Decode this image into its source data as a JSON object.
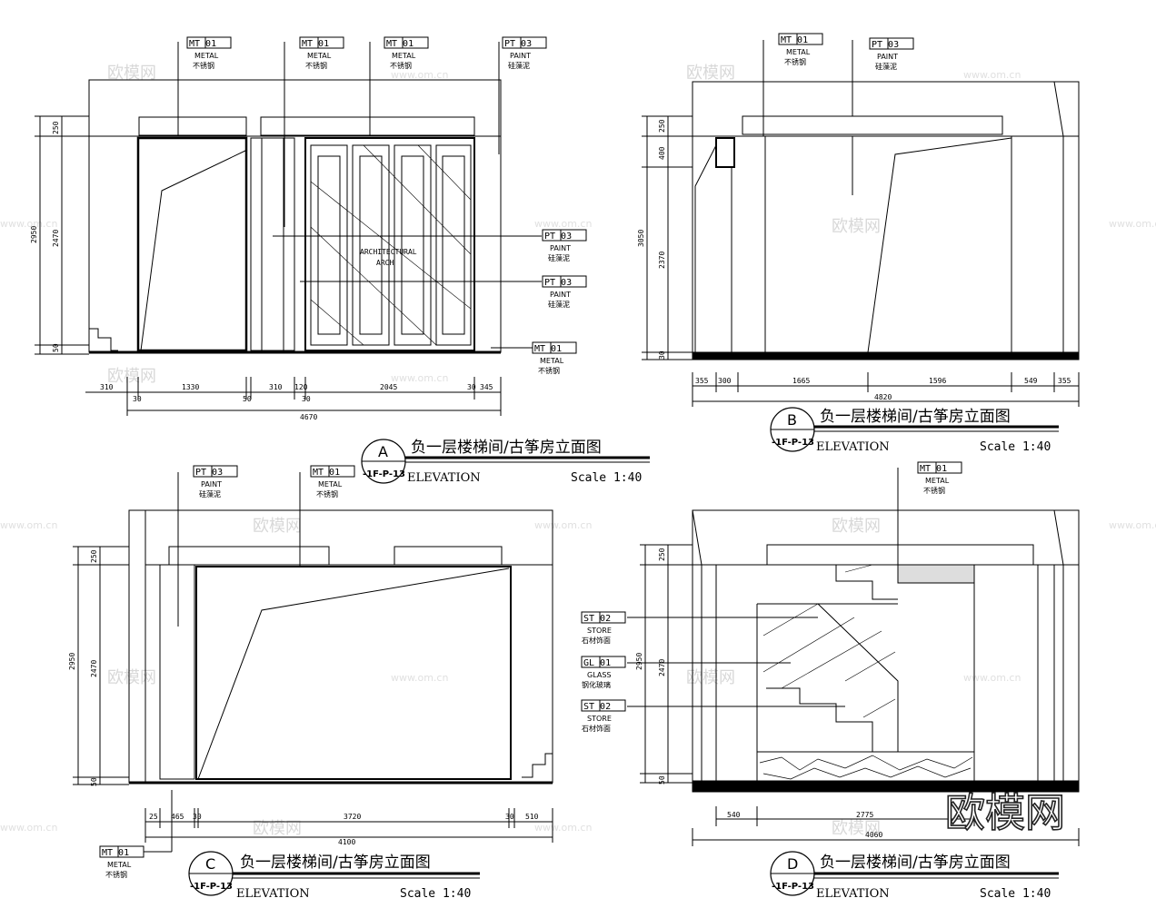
{
  "drawings": {
    "A": {
      "letter": "A",
      "sheet_ref": "-1F-P-13",
      "title": "负一层楼梯间/古筝房立面图",
      "elevation_label": "ELEVATION",
      "scale": "Scale 1:40",
      "tags": [
        {
          "code": "MT  01",
          "line1": "METAL",
          "line2": "不锈钢"
        },
        {
          "code": "MT  01",
          "line1": "METAL",
          "line2": "不锈钢"
        },
        {
          "code": "MT  01",
          "line1": "METAL",
          "line2": "不锈钢"
        },
        {
          "code": "PT  03",
          "line1": "PAINT",
          "line2": "硅藻泥"
        },
        {
          "code": "PT  03",
          "line1": "PAINT",
          "line2": "硅藻泥"
        },
        {
          "code": "PT  03",
          "line1": "PAINT",
          "line2": "硅藻泥"
        },
        {
          "code": "MT  01",
          "line1": "METAL",
          "line2": "不锈钢"
        }
      ],
      "bottom_dims": [
        "310",
        "30",
        "1330",
        "50",
        "310",
        "120",
        "30",
        "2045",
        "30",
        "345"
      ],
      "total_width": "4670",
      "left_dims": [
        "250",
        "2470",
        "50"
      ],
      "left_total": "2950",
      "center_note": "ARCHITECTURAL",
      "center_note2": "ARCH"
    },
    "B": {
      "letter": "B",
      "sheet_ref": "-1F-P-13",
      "title": "负一层楼梯间/古筝房立面图",
      "elevation_label": "ELEVATION",
      "scale": "Scale 1:40",
      "tags": [
        {
          "code": "MT  01",
          "line1": "METAL",
          "line2": "不锈钢"
        },
        {
          "code": "PT  03",
          "line1": "PAINT",
          "line2": "硅藻泥"
        }
      ],
      "bottom_dims": [
        "355",
        "300",
        "1665",
        "1596",
        "549",
        "355"
      ],
      "total_width": "4820",
      "left_dims": [
        "250",
        "400",
        "2370",
        "30"
      ],
      "left_total": "3050"
    },
    "C": {
      "letter": "C",
      "sheet_ref": "-1F-P-13",
      "title": "负一层楼梯间/古筝房立面图",
      "elevation_label": "ELEVATION",
      "scale": "Scale 1:40",
      "tags": [
        {
          "code": "PT  03",
          "line1": "PAINT",
          "line2": "硅藻泥"
        },
        {
          "code": "MT  01",
          "line1": "METAL",
          "line2": "不锈钢"
        },
        {
          "code": "MT  01",
          "line1": "METAL",
          "line2": "不锈钢"
        }
      ],
      "bottom_dims": [
        "25",
        "465",
        "30",
        "3720",
        "30",
        "510"
      ],
      "total_width": "4100",
      "left_dims": [
        "250",
        "2470",
        "50"
      ],
      "left_total": "2950"
    },
    "D": {
      "letter": "D",
      "sheet_ref": "-1F-P-13",
      "title": "负一层楼梯间/古筝房立面图",
      "elevation_label": "ELEVATION",
      "scale": "Scale 1:40",
      "tags": [
        {
          "code": "MT  01",
          "line1": "METAL",
          "line2": "不锈钢"
        },
        {
          "code": "ST  02",
          "line1": "STORE",
          "line2": "石材饰面"
        },
        {
          "code": "GL  01",
          "line1": "GLASS",
          "line2": "钢化玻璃"
        },
        {
          "code": "ST  02",
          "line1": "STORE",
          "line2": "石材饰面"
        }
      ],
      "bottom_dims": [
        "540",
        "2775"
      ],
      "total_width": "4060",
      "left_dims": [
        "250",
        "2470",
        "50"
      ],
      "left_total": "2950"
    }
  },
  "watermark": {
    "brand": "欧模网",
    "url": "www.om.cn"
  },
  "logo": "欧模网"
}
